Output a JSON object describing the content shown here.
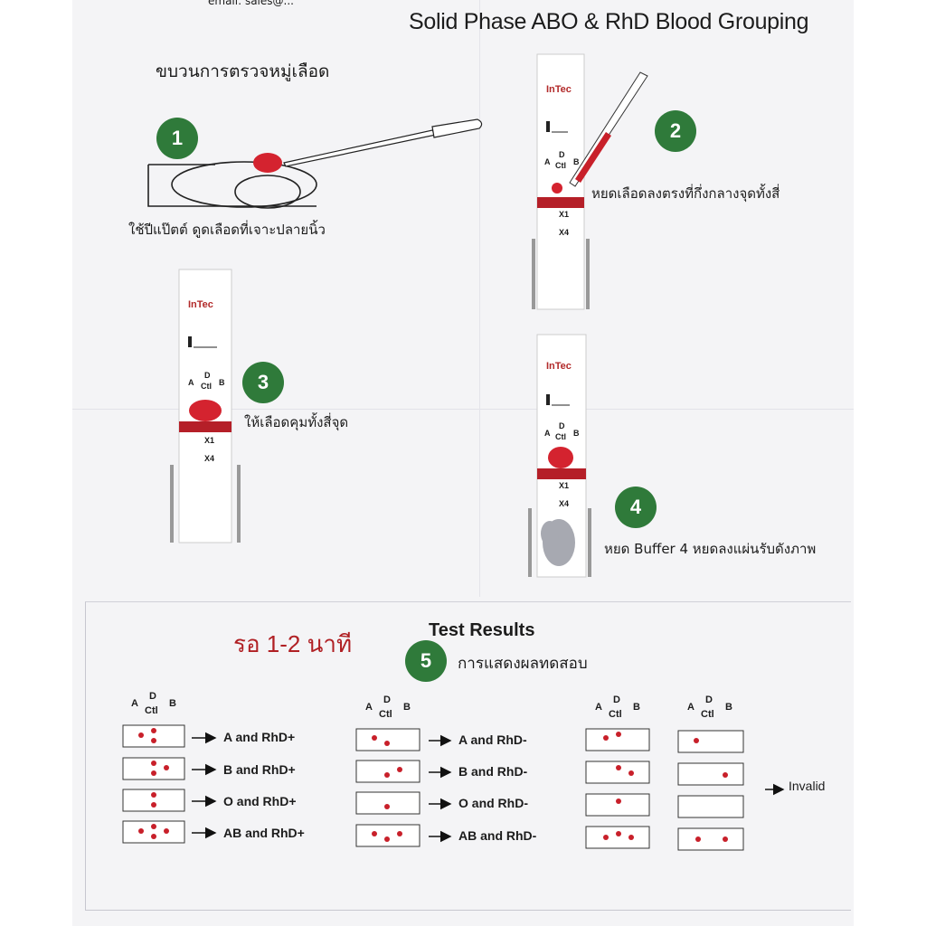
{
  "document": {
    "email_fragment": "email: sales@...",
    "title": "Solid Phase ABO & RhD Blood Grouping",
    "procedure_heading": "ขบวนการตรวจหมู่เลือด"
  },
  "steps": [
    {
      "number": "1",
      "text": "ใช้ปีแป๊ตต์ ดูดเลือดที่เจาะปลายนิ้ว"
    },
    {
      "number": "2",
      "text": "หยดเลือดลงตรงที่กึ่งกลางจุดทั้งสี่"
    },
    {
      "number": "3",
      "text": "ให้เลือดคุมทั้งสี่จุด"
    },
    {
      "number": "4",
      "text": "หยด Buffer 4 หยดลงแผ่นรับดังภาพ"
    },
    {
      "number": "5",
      "text": "การแสดงผลทดสอบ"
    }
  ],
  "strip": {
    "logo": "InTec",
    "col_a": "A",
    "col_d": "D",
    "col_ctl": "Ctl",
    "col_b": "B",
    "blood_label": "X1",
    "buffer_label": "X4"
  },
  "wait_text": "รอ 1-2 นาที",
  "results": {
    "title": "Test Results",
    "rh_positive": [
      "A and RhD+",
      "B and RhD+",
      "O and RhD+",
      "AB and RhD+"
    ],
    "rh_negative": [
      "A and RhD-",
      "B and RhD-",
      "O and RhD-",
      "AB and RhD-"
    ],
    "invalid_label": "Invalid"
  },
  "colors": {
    "blood": "#c8202a",
    "badge": "#2f7a3a",
    "buffer": "#2a6fb8"
  }
}
